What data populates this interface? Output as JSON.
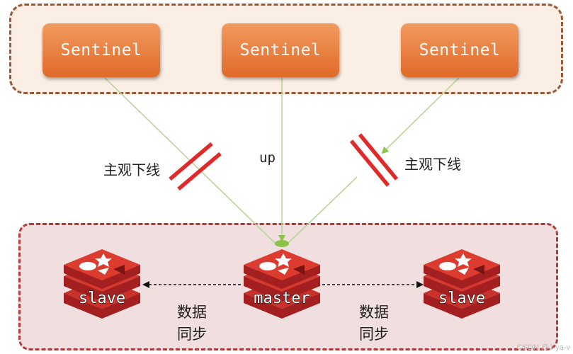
{
  "sentinels": [
    {
      "label": "Sentinel"
    },
    {
      "label": "Sentinel"
    },
    {
      "label": "Sentinel"
    }
  ],
  "links": {
    "left_label": "主观下线",
    "center_label": "up",
    "right_label": "主观下线"
  },
  "nodes": {
    "slave_left": "slave",
    "master": "master",
    "slave_right": "slave"
  },
  "sync": {
    "left_line1": "数据",
    "left_line2": "同步",
    "right_line1": "数据",
    "right_line2": "同步"
  },
  "watermark": "CSDN @J-ya-v",
  "colors": {
    "sentinel_fill": "#e8793a",
    "redis_red": "#c9322b",
    "link_line": "#b9d59a",
    "cut_mark": "#e02a2a"
  }
}
